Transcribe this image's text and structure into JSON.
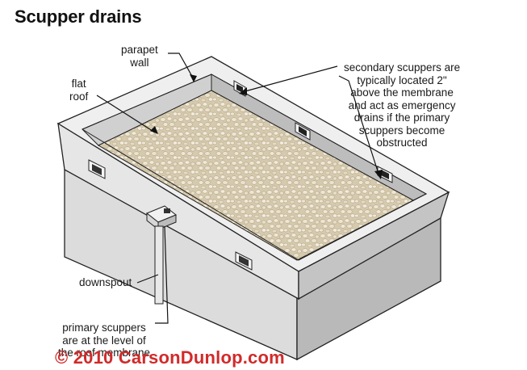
{
  "title": "Scupper drains",
  "labels": {
    "parapet_wall": [
      "parapet",
      "wall"
    ],
    "flat_roof": [
      "flat",
      "roof"
    ],
    "secondary_scuppers": [
      "secondary scuppers are",
      "typically located 2\"",
      "above the membrane",
      "and act as emergency",
      "drains if the primary",
      "scuppers become",
      "obstructed"
    ],
    "downspout": "downspout",
    "primary_scuppers": [
      "primary scuppers",
      "are at the level of",
      "the roof membrane"
    ]
  },
  "copyright": "© 2010 CarsonDunlop.com",
  "colors": {
    "copyright": "#d22a2a",
    "wall_front": "#e0e0e0",
    "wall_side": "#b8b8b8",
    "parapet_top": "#f0f0f0",
    "gravel": "#d9cdb4"
  }
}
